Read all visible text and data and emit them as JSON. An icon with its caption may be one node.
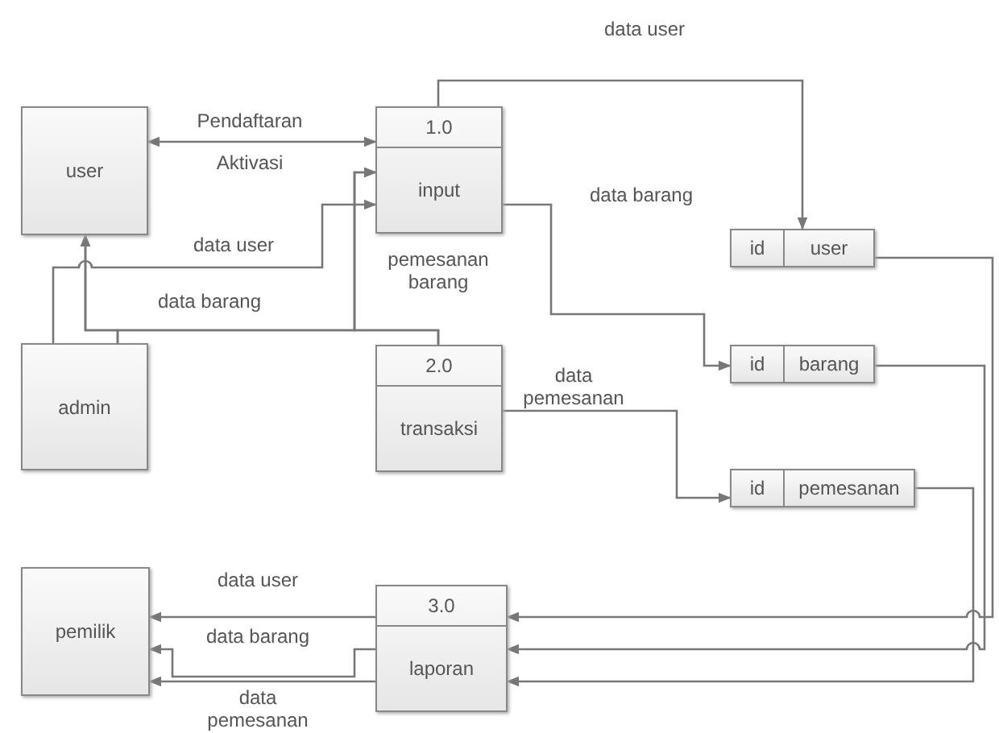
{
  "diagram": {
    "nodes": [
      {
        "text": [
          "user"
        ]
      },
      {
        "text": [
          "1.0",
          "input"
        ]
      },
      {
        "text": [
          "admin"
        ]
      },
      {
        "text": [
          "2.0",
          "transaksi"
        ]
      },
      {
        "text": [
          "id",
          "user"
        ]
      },
      {
        "text": [
          "id",
          "barang"
        ]
      },
      {
        "text": [
          "id",
          "pemesanan"
        ]
      },
      {
        "text": [
          "pemilik"
        ]
      },
      {
        "text": [
          "3.0",
          "laporan"
        ]
      }
    ],
    "edges": [
      {
        "from": 0,
        "to": 1,
        "arrow": "both",
        "label": "Pendaftaran"
      },
      {
        "from": 2,
        "to": 1,
        "arrow": "to",
        "label": "data user"
      },
      {
        "from": 2,
        "to": 0,
        "arrow": "to",
        "label": "data barang"
      },
      {
        "from": 3,
        "to": 1,
        "arrow": "to",
        "label": "pemesanan barang"
      },
      {
        "from": 3,
        "to": 0,
        "arrow": "to"
      },
      {
        "from": 2,
        "to": 1,
        "arrow": "to"
      },
      {
        "from": 1,
        "to": 4,
        "arrow": "to",
        "label": "data user"
      },
      {
        "from": 1,
        "to": 5,
        "arrow": "to",
        "label": "data barang"
      },
      {
        "from": 3,
        "to": 6,
        "arrow": "to",
        "label": "data pemesanan"
      },
      {
        "from": 4,
        "to": 8,
        "arrow": "to"
      },
      {
        "from": 5,
        "to": 8,
        "arrow": "to"
      },
      {
        "from": 6,
        "to": 8,
        "arrow": "to"
      },
      {
        "from": 8,
        "to": 7,
        "arrow": "to",
        "label": "data user"
      },
      {
        "from": 8,
        "to": 7,
        "arrow": "to",
        "label": "data barang"
      },
      {
        "from": 8,
        "to": 7,
        "arrow": "to",
        "label": "data pemesanan"
      }
    ],
    "labels": [
      "Aktivasi"
    ]
  }
}
